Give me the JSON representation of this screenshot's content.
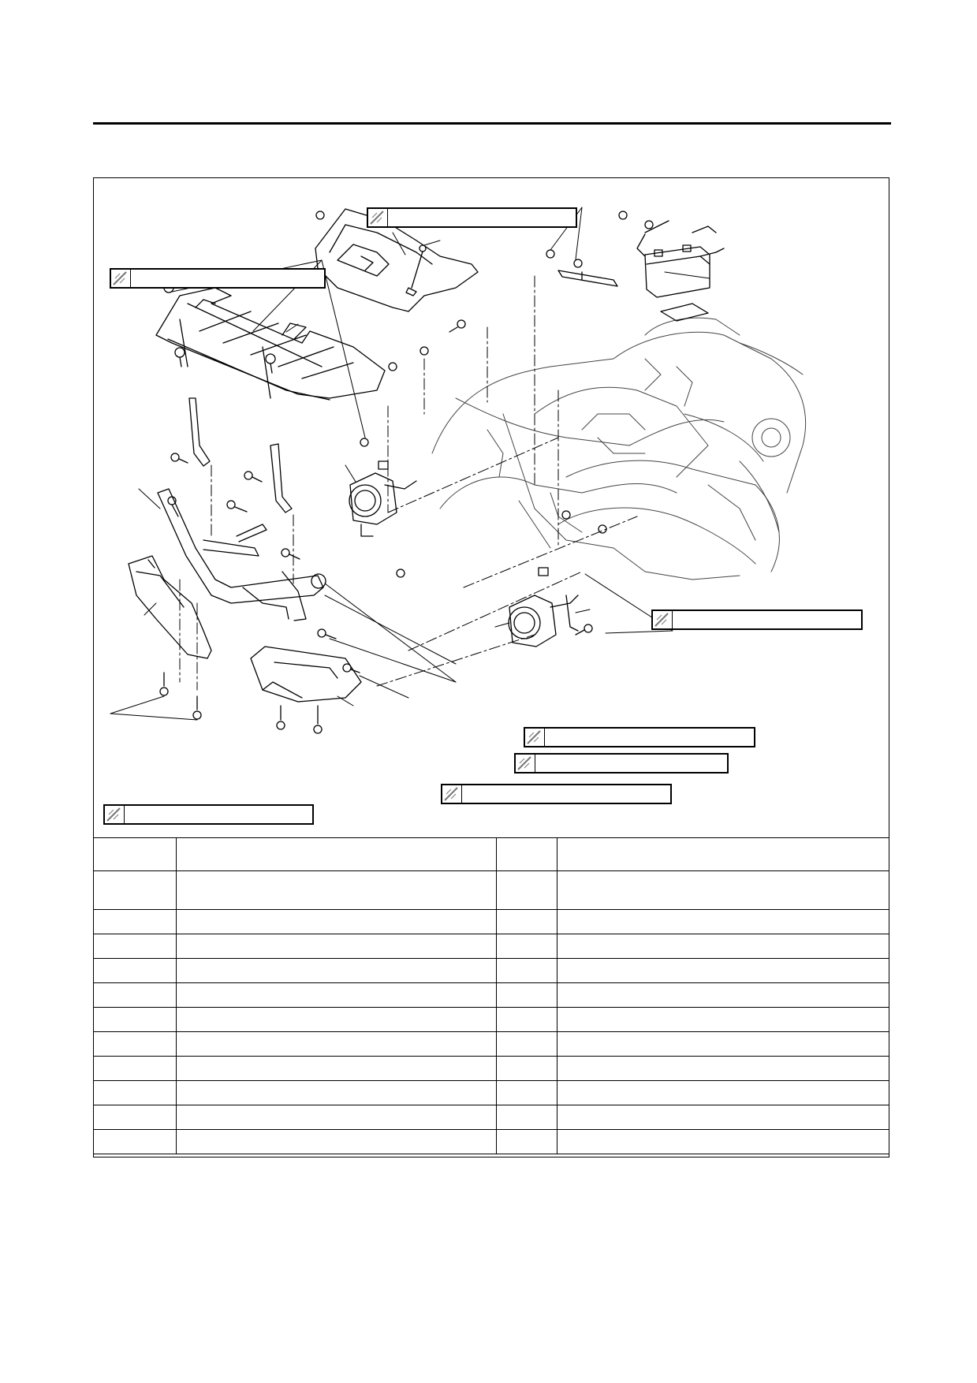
{
  "torque_boxes": [
    {
      "id": "tb-a",
      "value": ""
    },
    {
      "id": "tb-b",
      "value": ""
    },
    {
      "id": "tb-c",
      "value": ""
    },
    {
      "id": "tb-d",
      "value": ""
    },
    {
      "id": "tb-e",
      "value": ""
    },
    {
      "id": "tb-f",
      "value": ""
    },
    {
      "id": "tb-g",
      "value": ""
    }
  ],
  "table": {
    "rows": [
      [
        "",
        "",
        "",
        ""
      ],
      [
        "",
        "",
        "",
        ""
      ],
      [
        "",
        "",
        "",
        ""
      ],
      [
        "",
        "",
        "",
        ""
      ],
      [
        "",
        "",
        "",
        ""
      ],
      [
        "",
        "",
        "",
        ""
      ],
      [
        "",
        "",
        "",
        ""
      ],
      [
        "",
        "",
        "",
        ""
      ],
      [
        "",
        "",
        "",
        ""
      ],
      [
        "",
        "",
        "",
        ""
      ],
      [
        "",
        "",
        "",
        ""
      ],
      [
        "",
        "",
        "",
        ""
      ]
    ]
  },
  "colors": {
    "line": "#000000",
    "paper": "#ffffff",
    "hatch": "#777777"
  },
  "icons": [
    "torque-wrench-icon"
  ]
}
